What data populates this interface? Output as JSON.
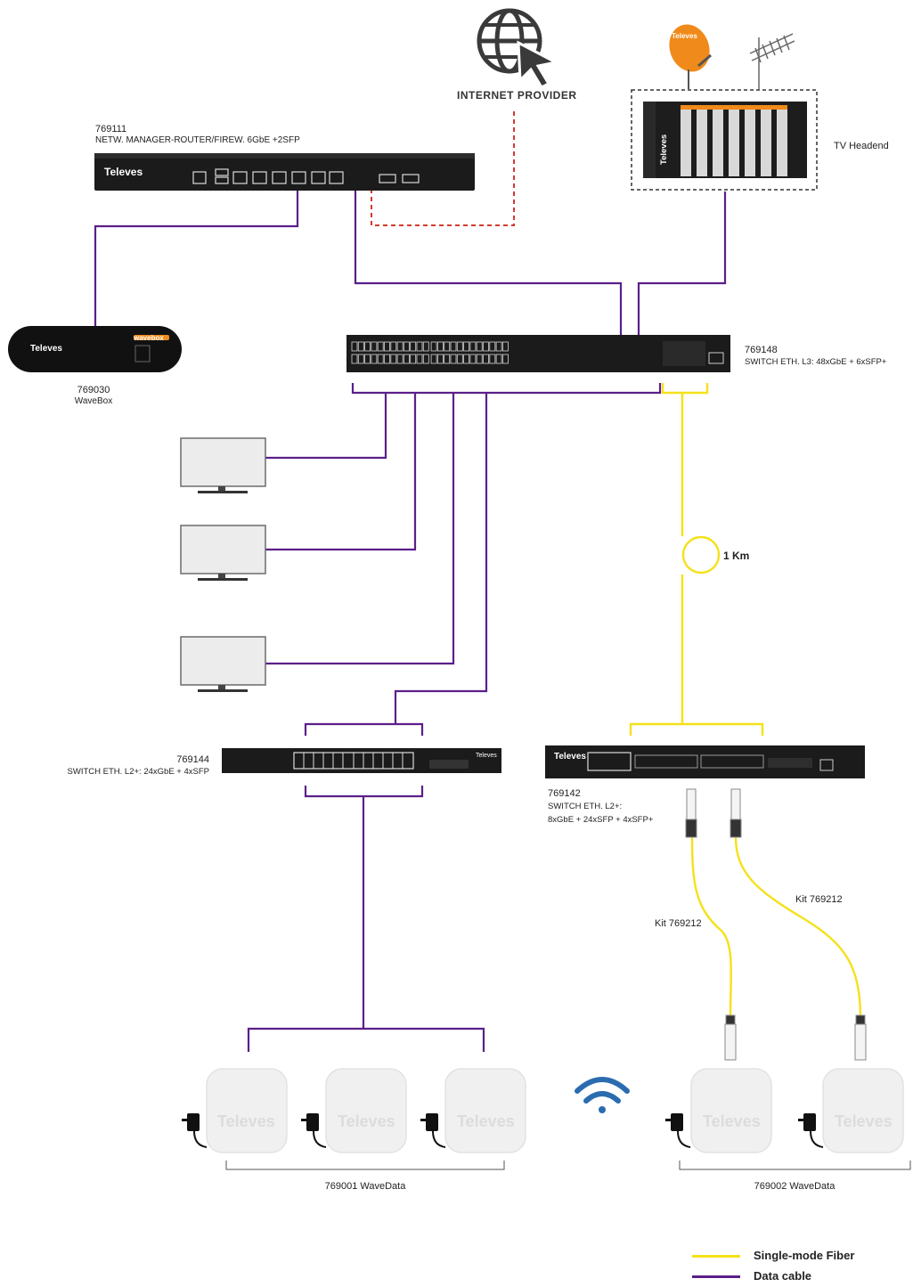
{
  "internet": {
    "label": "INTERNET PROVIDER",
    "icon": "globe-cursor-icon"
  },
  "headend": {
    "label": "TV Headend",
    "brand": "Televes"
  },
  "antennas": {
    "dish_brand": "Televes"
  },
  "router": {
    "code": "769111",
    "desc": "NETW. MANAGER-ROUTER/FIREW. 6GbE +2SFP",
    "brand": "Televes"
  },
  "wavebox": {
    "code": "769030",
    "name": "WaveBox",
    "brand": "Televes",
    "logo_text": "wavebox"
  },
  "core_switch": {
    "code": "769148",
    "desc": "SWITCH ETH. L3: 48xGbE + 6xSFP+"
  },
  "fiber_loop": {
    "label": "1 Km"
  },
  "switch_l2_a": {
    "code": "769144",
    "desc": "SWITCH ETH. L2+: 24xGbE + 4xSFP",
    "brand": "Televes"
  },
  "switch_l2_b": {
    "code": "769142",
    "desc_line1": "SWITCH ETH. L2+:",
    "desc_line2": "8xGbE + 24xSFP + 4xSFP+",
    "brand": "Televes"
  },
  "kits": {
    "left": "Kit 769212",
    "right": "Kit 769212"
  },
  "wavedata_a": {
    "label": "769001   WaveData",
    "brand": "Televes"
  },
  "wavedata_b": {
    "label": "769002  WaveData",
    "brand": "Televes"
  },
  "legend": {
    "fiber": {
      "label": "Single-mode Fiber",
      "color": "#f5e11a"
    },
    "data": {
      "label": "Data cable",
      "color": "#5b1f8a"
    }
  },
  "colors": {
    "data_cable": "#5b1f8a",
    "fiber": "#f5e11a",
    "internet": "#d23a2a",
    "device_dark": "#1b1b1b"
  }
}
